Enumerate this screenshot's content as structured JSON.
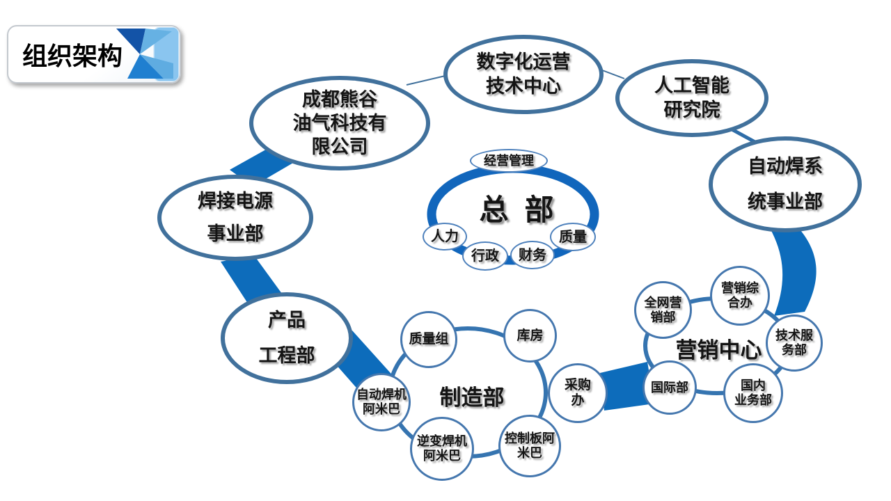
{
  "title_badge": {
    "label": "组织架构"
  },
  "colors": {
    "swoosh_blue": "#0D6CBB",
    "hq_ring_blue": "#1166BC",
    "ellipse_border": "#41719C",
    "cluster_ring": "#3574B0",
    "circle_border": "#4577AE",
    "badge_navy": "#1353A7",
    "badge_light_blue": "#7FBFE9"
  },
  "headquarters": {
    "label": "总部",
    "departments": {
      "management": "经营管理",
      "hr": "人力",
      "admin": "行政",
      "finance": "财务",
      "quality": "质量"
    }
  },
  "branches": {
    "chengdu_xiongu": "成都熊谷\n油气科技有\n限公司",
    "digital_ops": "数字化运营\n技术中心",
    "ai_institute": "人工智能\n研究院",
    "auto_welding": "自动焊系\n统事业部",
    "welding_power": "焊接电源\n事业部",
    "product_eng": "产品\n工程部"
  },
  "manufacturing": {
    "label": "制造部",
    "departments": {
      "quality_group": "质量组",
      "warehouse": "库房",
      "procurement": "采购\n办",
      "control_board_amoeba": "控制板阿\n米巴",
      "inverter_amoeba": "逆变焊机\n阿米巴",
      "auto_welder_amoeba": "自动焊机\n阿米巴"
    }
  },
  "marketing": {
    "label": "营销中心",
    "departments": {
      "online_sales": "全网营\n销部",
      "general_office": "营销综\n合办",
      "tech_service": "技术服\n务部",
      "domestic": "国内\n业务部",
      "international": "国际部"
    }
  }
}
